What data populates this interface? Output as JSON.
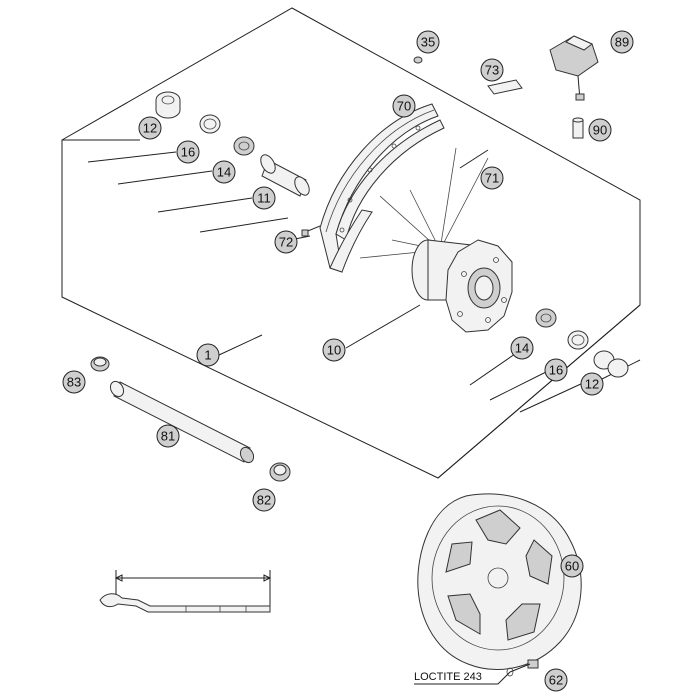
{
  "diagram": {
    "callouts": [
      {
        "id": "c35",
        "label": "35"
      },
      {
        "id": "c89",
        "label": "89"
      },
      {
        "id": "c73",
        "label": "73"
      },
      {
        "id": "c70",
        "label": "70"
      },
      {
        "id": "c90",
        "label": "90"
      },
      {
        "id": "c12a",
        "label": "12"
      },
      {
        "id": "c16a",
        "label": "16"
      },
      {
        "id": "c14a",
        "label": "14"
      },
      {
        "id": "c11",
        "label": "11"
      },
      {
        "id": "c71",
        "label": "71"
      },
      {
        "id": "c72",
        "label": "72"
      },
      {
        "id": "c1",
        "label": "1"
      },
      {
        "id": "c10",
        "label": "10"
      },
      {
        "id": "c14b",
        "label": "14"
      },
      {
        "id": "c16b",
        "label": "16"
      },
      {
        "id": "c12b",
        "label": "12"
      },
      {
        "id": "c83",
        "label": "83"
      },
      {
        "id": "c81",
        "label": "81"
      },
      {
        "id": "c82",
        "label": "82"
      },
      {
        "id": "c60",
        "label": "60"
      },
      {
        "id": "c62",
        "label": "62"
      }
    ],
    "annotation": "LOCTITE 243"
  }
}
